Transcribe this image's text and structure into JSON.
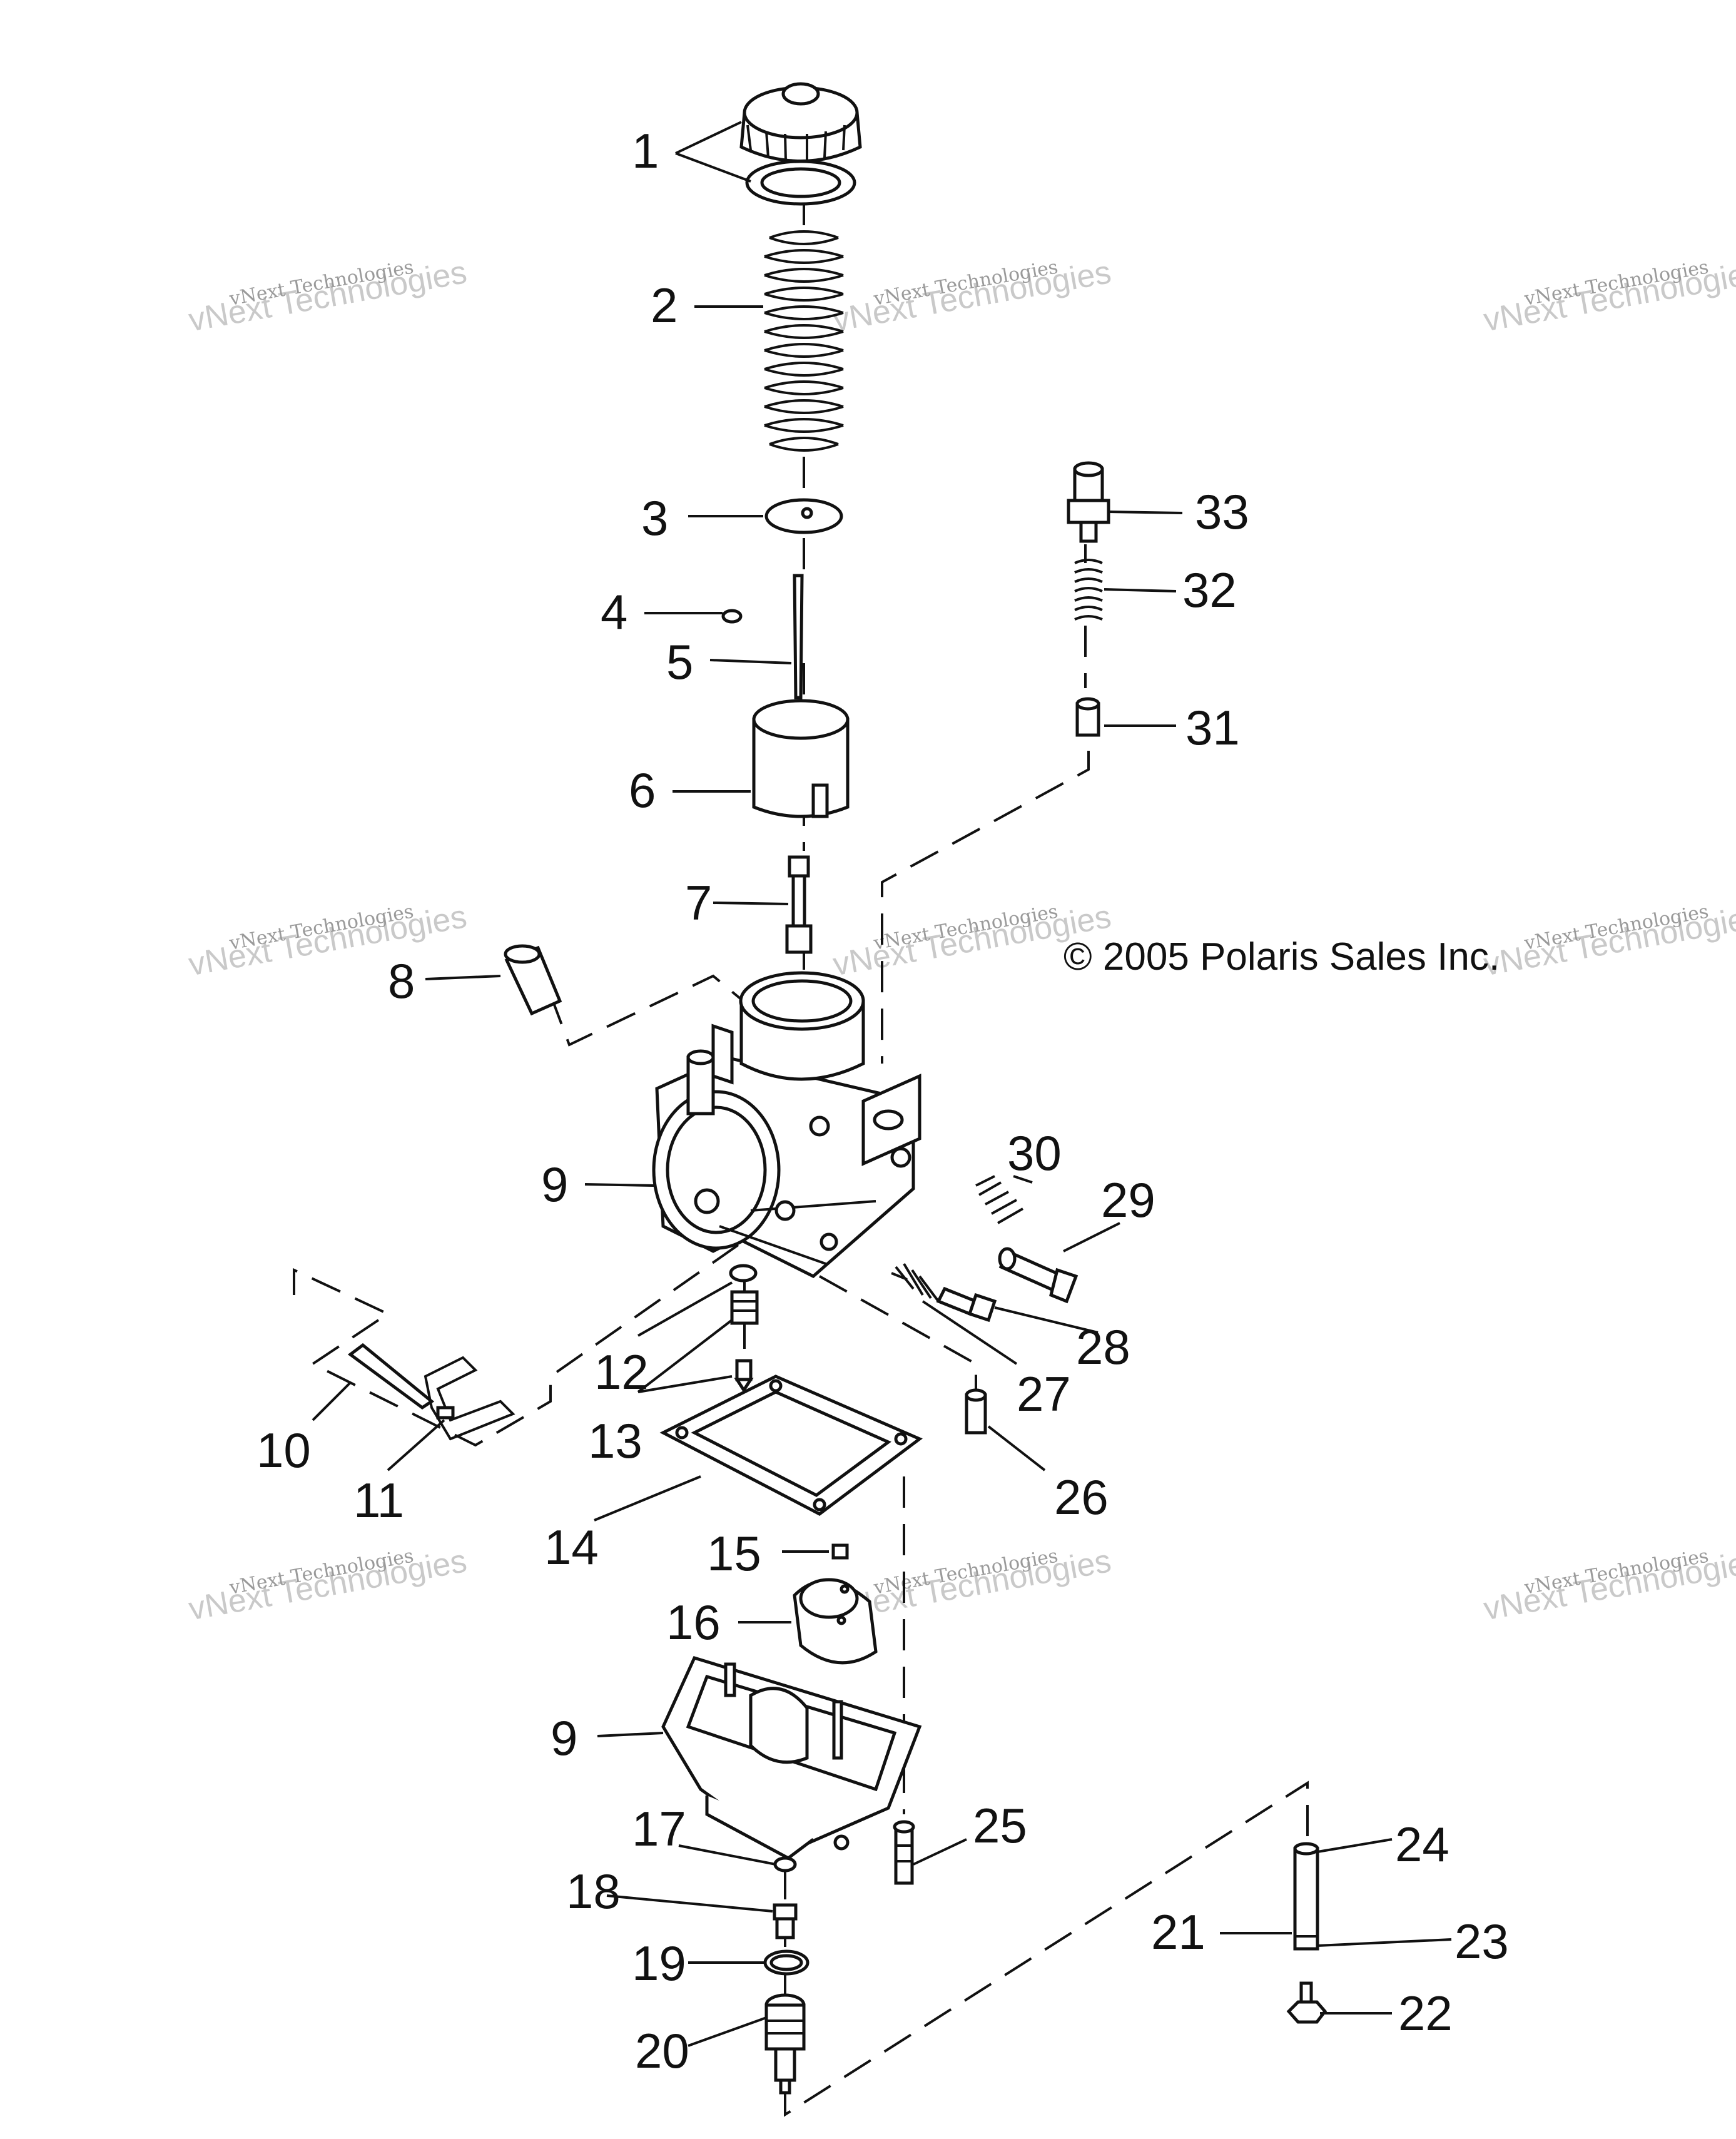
{
  "copyright": "© 2005 Polaris Sales Inc.",
  "watermark": {
    "line1": "vNext Technologies",
    "line2": "vNext Technologies"
  },
  "callouts": {
    "c1": "1",
    "c2": "2",
    "c3": "3",
    "c4": "4",
    "c5": "5",
    "c6": "6",
    "c7": "7",
    "c8": "8",
    "c9a": "9",
    "c9b": "9",
    "c10": "10",
    "c11": "11",
    "c12": "12",
    "c13": "13",
    "c14": "14",
    "c15": "15",
    "c16": "16",
    "c17": "17",
    "c18": "18",
    "c19": "19",
    "c20": "20",
    "c21": "21",
    "c22": "22",
    "c23": "23",
    "c24": "24",
    "c25": "25",
    "c26": "26",
    "c27": "27",
    "c28": "28",
    "c29": "29",
    "c30": "30",
    "c31": "31",
    "c32": "32",
    "c33": "33"
  }
}
